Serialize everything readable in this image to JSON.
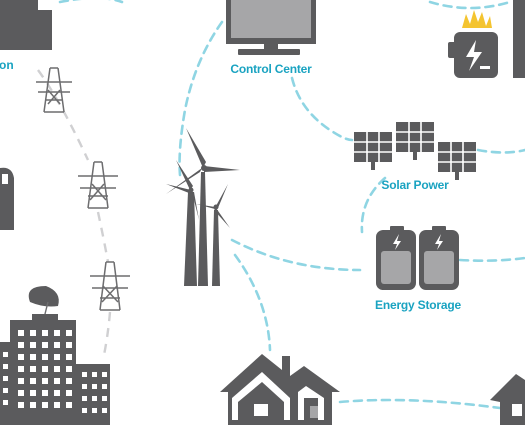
{
  "colors": {
    "link": "#8fd5e3",
    "label": "#1aa3c1",
    "icon": "#5b5b5d",
    "icon_light": "#a6a6a8",
    "spark": "#f4c430",
    "pylon": "#6d6d6f"
  },
  "labels": {
    "control_center": "Control Center",
    "solar_power": "Solar Power",
    "energy_storage": "Energy Storage",
    "edge_fragment": "on"
  }
}
